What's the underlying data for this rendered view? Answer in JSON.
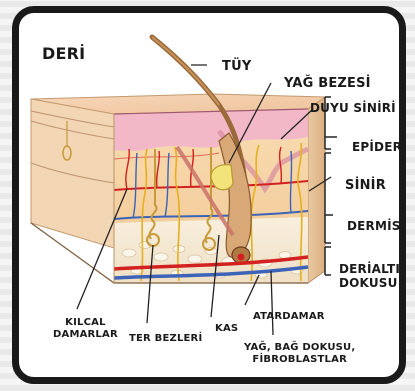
{
  "title": "DERİ",
  "labels": {
    "tuy": "TÜY",
    "yag_bezesi": "YAĞ BEZESİ",
    "duyu_siniri": "DUYU SİNİRİ",
    "epidermis": "EPİDERMİS",
    "sinir": "SİNİR",
    "dermis": "DERMİS",
    "derialti_line1": "DERİALTI",
    "derialti_line2": "DOKUSU",
    "kilcal_line1": "KILCAL",
    "kilcal_line2": "DAMARLAR",
    "ter_bezleri": "TER BEZLERİ",
    "kas": "KAS",
    "atardamar": "ATARDAMAR",
    "yag_bag_line1": "YAĞ, BAĞ DOKUSU,",
    "yag_bag_line2": "FİBROBLASTLAR"
  },
  "colors": {
    "frame": "#1a1a1a",
    "epidermis": "#f2b8c8",
    "dermis": "#f6d3a4",
    "subcutis": "#f7ecd8",
    "artery": "#d32020",
    "vein": "#3d63b8",
    "nerve": "#e5b020",
    "hair": "#9a6a3a",
    "label_line": "#222222"
  }
}
